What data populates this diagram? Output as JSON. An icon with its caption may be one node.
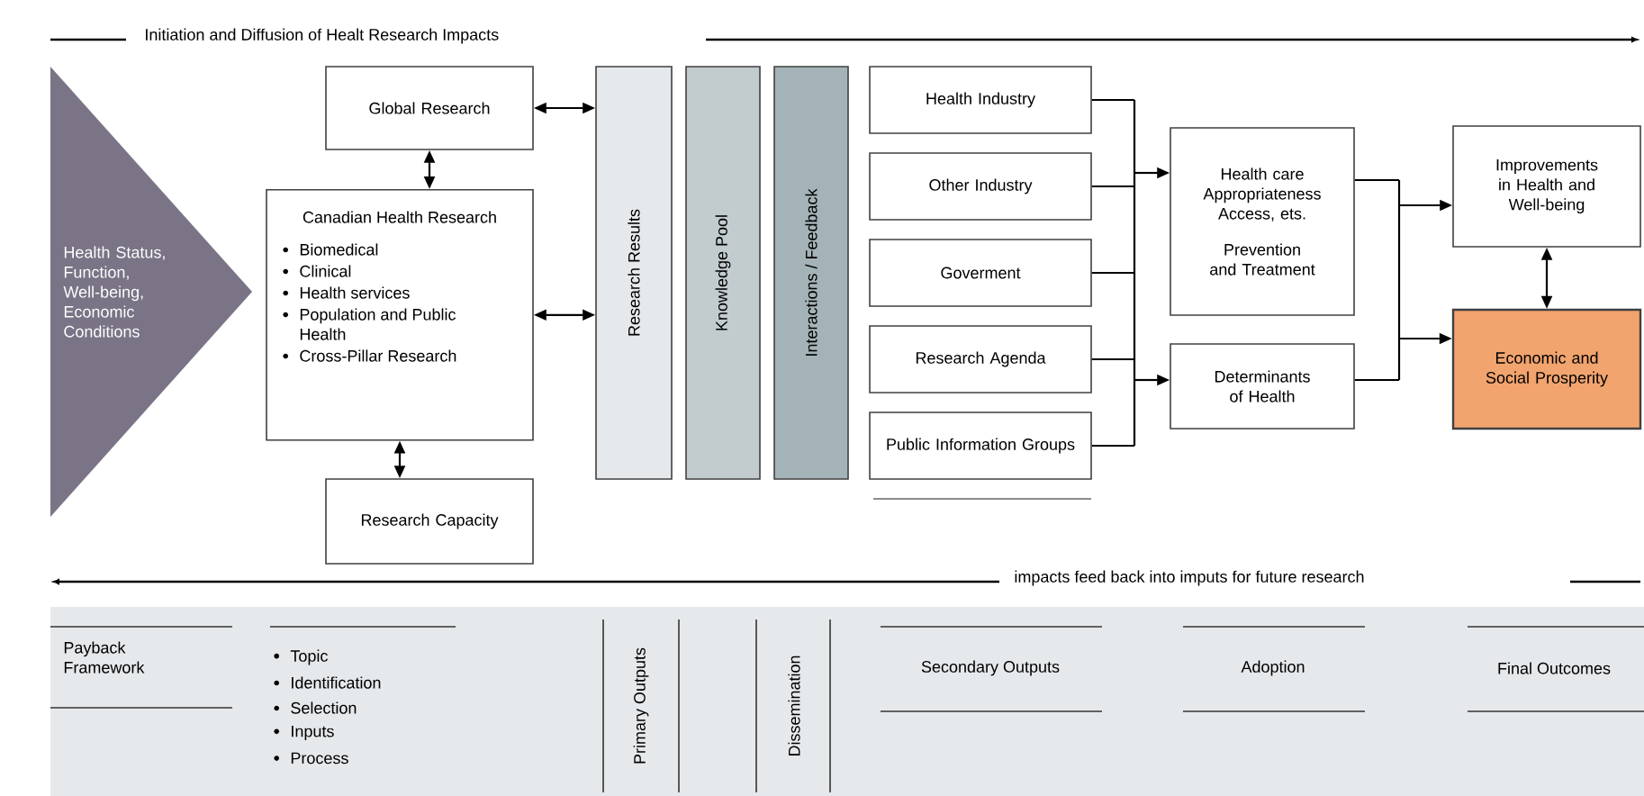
{
  "diagram": {
    "nodes": [
      {
        "text": [
          "Health Status, Function, Well-being, Economic Conditions"
        ]
      },
      {
        "text": [
          "Global Research"
        ]
      },
      {
        "text": [
          "Canadian Health Research",
          "Biomedical",
          "Clinical",
          "Health services",
          "Population and Public Health",
          "Cross-Pillar Research"
        ]
      },
      {
        "text": [
          "Research Capacity"
        ]
      },
      {
        "text": [
          "Research Results"
        ]
      },
      {
        "text": [
          "Knowledge Pool"
        ]
      },
      {
        "text": [
          "Interactions / Feedback"
        ]
      },
      {
        "text": [
          "Health Industry"
        ]
      },
      {
        "text": [
          "Other Industry"
        ]
      },
      {
        "text": [
          "Goverment"
        ]
      },
      {
        "text": [
          "Research Agenda"
        ]
      },
      {
        "text": [
          "Public Information Groups"
        ]
      },
      {
        "text": [
          "Health care Appropriateness Access, ets.",
          "Prevention and Treatment"
        ]
      },
      {
        "text": [
          "Determinants of Health"
        ]
      },
      {
        "text": [
          "Improvements in Health and Well-being"
        ]
      },
      {
        "text": [
          "Economic and Social Prosperity"
        ]
      }
    ],
    "edges": [
      {
        "from": 1,
        "to": 2,
        "arrow": "both"
      },
      {
        "from": 2,
        "to": 3,
        "arrow": "both"
      },
      {
        "from": 1,
        "to": 4,
        "arrow": "both"
      },
      {
        "from": 2,
        "to": 4,
        "arrow": "both"
      },
      {
        "from": 7,
        "to": 12,
        "arrow": "to"
      },
      {
        "from": 8,
        "to": 12,
        "arrow": "to"
      },
      {
        "from": 9,
        "to": 12,
        "arrow": "to"
      },
      {
        "from": 10,
        "to": 12,
        "arrow": "to"
      },
      {
        "from": 11,
        "to": 12,
        "arrow": "to"
      },
      {
        "from": 7,
        "to": 13,
        "arrow": "to"
      },
      {
        "from": 8,
        "to": 13,
        "arrow": "to"
      },
      {
        "from": 9,
        "to": 13,
        "arrow": "to"
      },
      {
        "from": 10,
        "to": 13,
        "arrow": "to"
      },
      {
        "from": 11,
        "to": 13,
        "arrow": "to"
      },
      {
        "from": 12,
        "to": 14,
        "arrow": "to"
      },
      {
        "from": 13,
        "to": 14,
        "arrow": "to"
      },
      {
        "from": 12,
        "to": 15,
        "arrow": "to"
      },
      {
        "from": 13,
        "to": 15,
        "arrow": "to"
      },
      {
        "from": 14,
        "to": 15,
        "arrow": "both"
      }
    ],
    "labels": [
      "Initiation and Diffusion of Healt Research Impacts",
      "impacts feed back into imputs for future research",
      "Payback Framework",
      "Topic",
      "Identification",
      "Selection",
      "Inputs",
      "Process",
      "Primary Outputs",
      "Dissemination",
      "Secondary Outputs",
      "Adoption",
      "Final Outcomes"
    ]
  }
}
